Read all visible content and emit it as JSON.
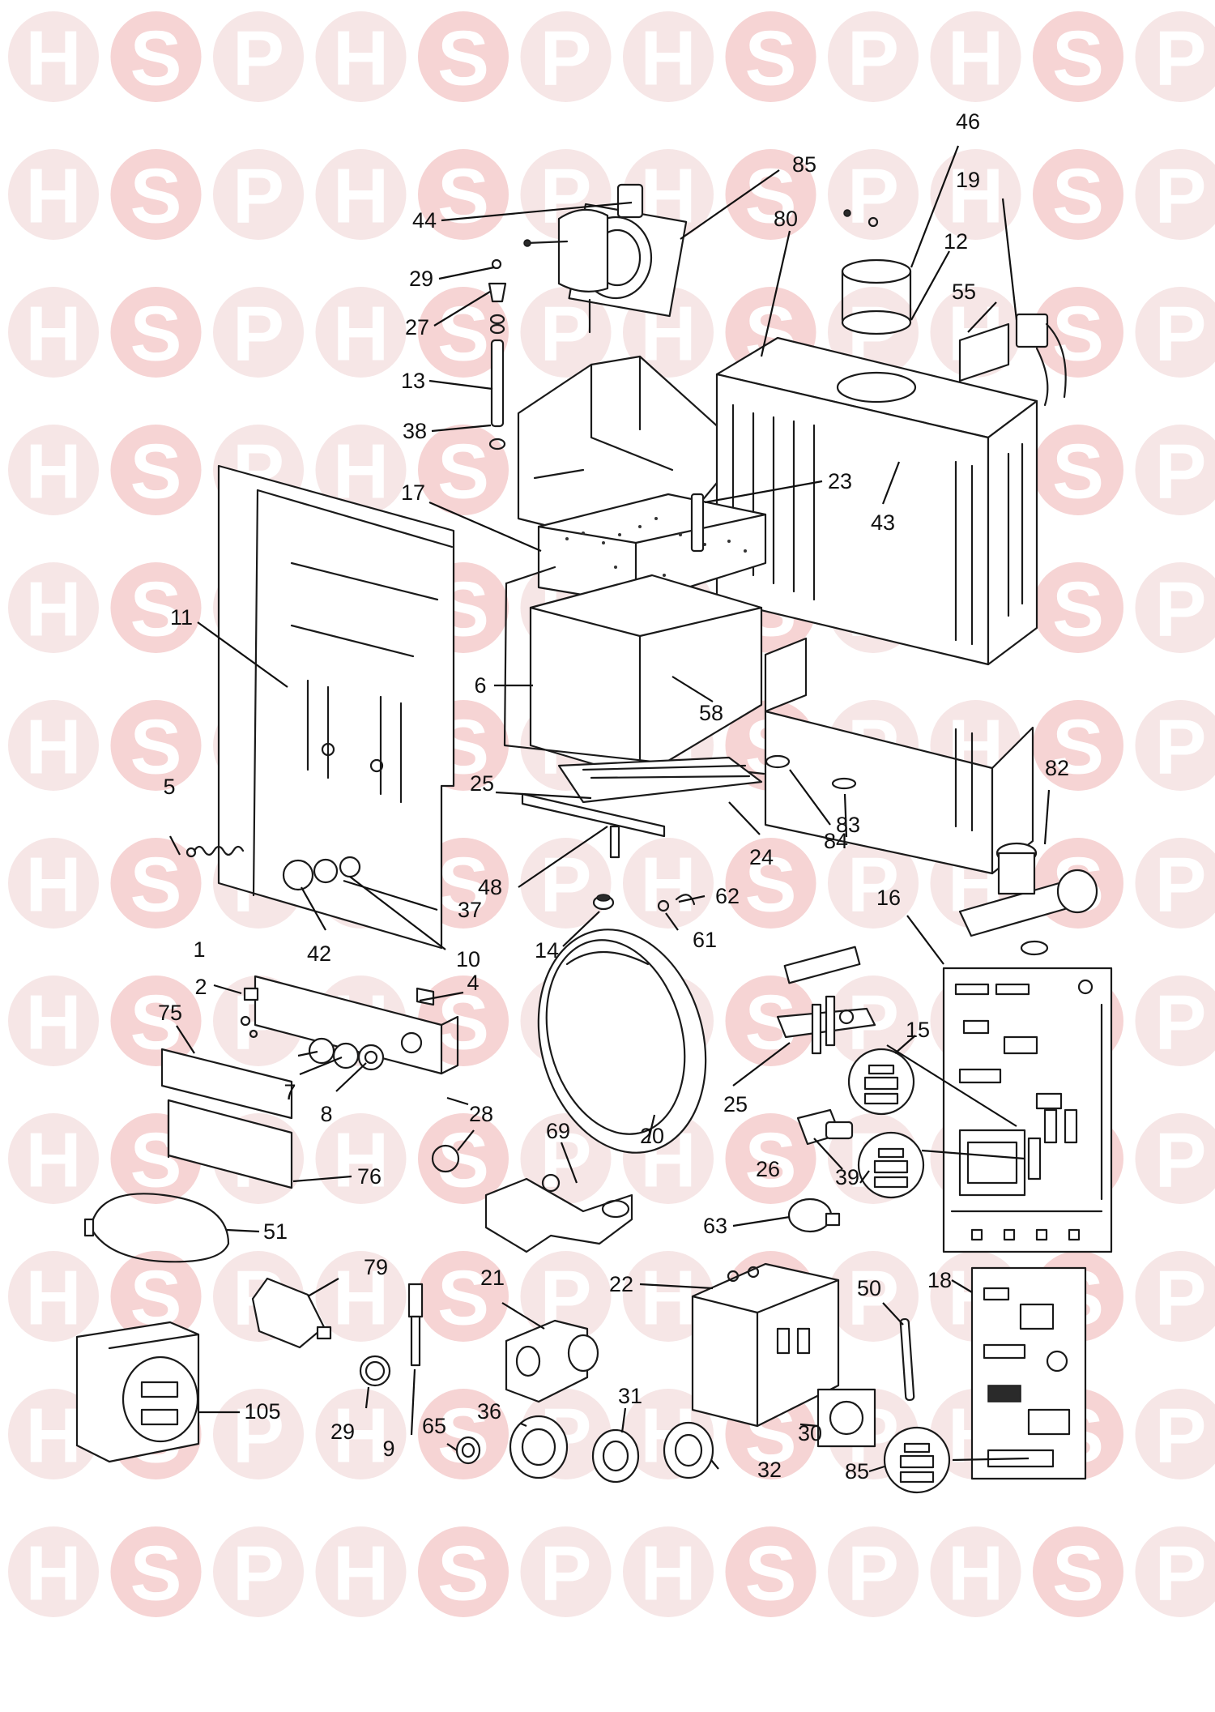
{
  "watermark": {
    "letters": [
      "H",
      "S",
      "P"
    ],
    "colors": {
      "circle": "#f6e6e6",
      "circle_accent": "#f6d4d4"
    }
  },
  "diagram": {
    "callouts": {
      "c1": "1",
      "c2": "2",
      "c4": "4",
      "c5": "5",
      "c6": "6",
      "c7": "7",
      "c8": "8",
      "c9": "9",
      "c10": "10",
      "c11": "11",
      "c12": "12",
      "c13": "13",
      "c14": "14",
      "c15": "15",
      "c16": "16",
      "c17": "17",
      "c18": "18",
      "c19": "19",
      "c20": "20",
      "c21": "21",
      "c22": "22",
      "c23": "23",
      "c24": "24",
      "c25a": "25",
      "c25b": "25",
      "c26": "26",
      "c27": "27",
      "c28": "28",
      "c29a": "29",
      "c29b": "29",
      "c30": "30",
      "c31": "31",
      "c32": "32",
      "c36": "36",
      "c37": "37",
      "c38": "38",
      "c39": "39",
      "c42": "42",
      "c43": "43",
      "c44": "44",
      "c46": "46",
      "c48": "48",
      "c50": "50",
      "c51": "51",
      "c55": "55",
      "c58": "58",
      "c61": "61",
      "c62": "62",
      "c63": "63",
      "c65": "65",
      "c69": "69",
      "c75": "75",
      "c76": "76",
      "c79": "79",
      "c80": "80",
      "c82": "82",
      "c83": "83",
      "c84": "84",
      "c85a": "85",
      "c85b": "85",
      "c105": "105"
    }
  }
}
